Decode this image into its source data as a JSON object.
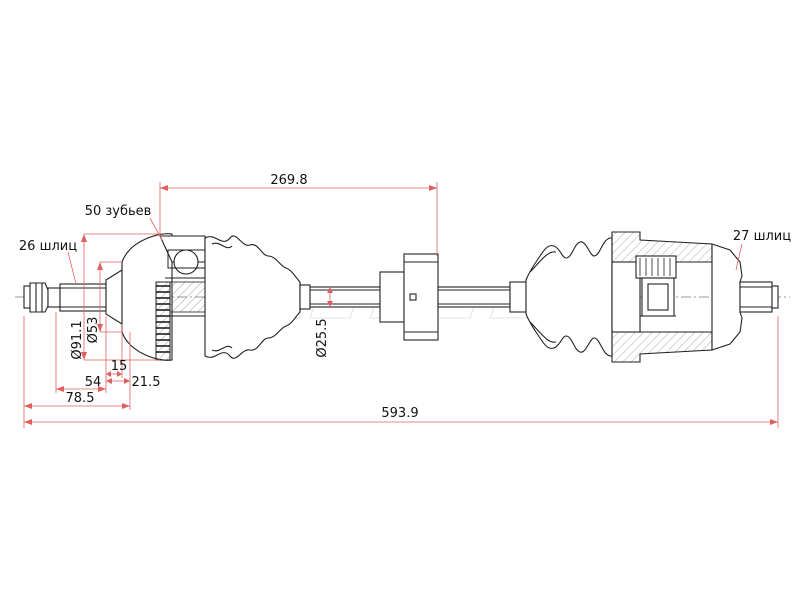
{
  "labels": {
    "splines_left": "26 шлиц",
    "teeth": "50 зубьев",
    "splines_right": "27 шлиц"
  },
  "dimensions": {
    "shaft_length": "269.8",
    "total_length": "593.9",
    "dia_91": "Ø91.1",
    "dia_53": "Ø53",
    "dia_25": "Ø25.5",
    "len_15": "15",
    "len_54": "54",
    "len_21": "21.5",
    "len_78": "78.5"
  },
  "colors": {
    "dimension_lines": "#e06060",
    "outline": "#222222"
  }
}
